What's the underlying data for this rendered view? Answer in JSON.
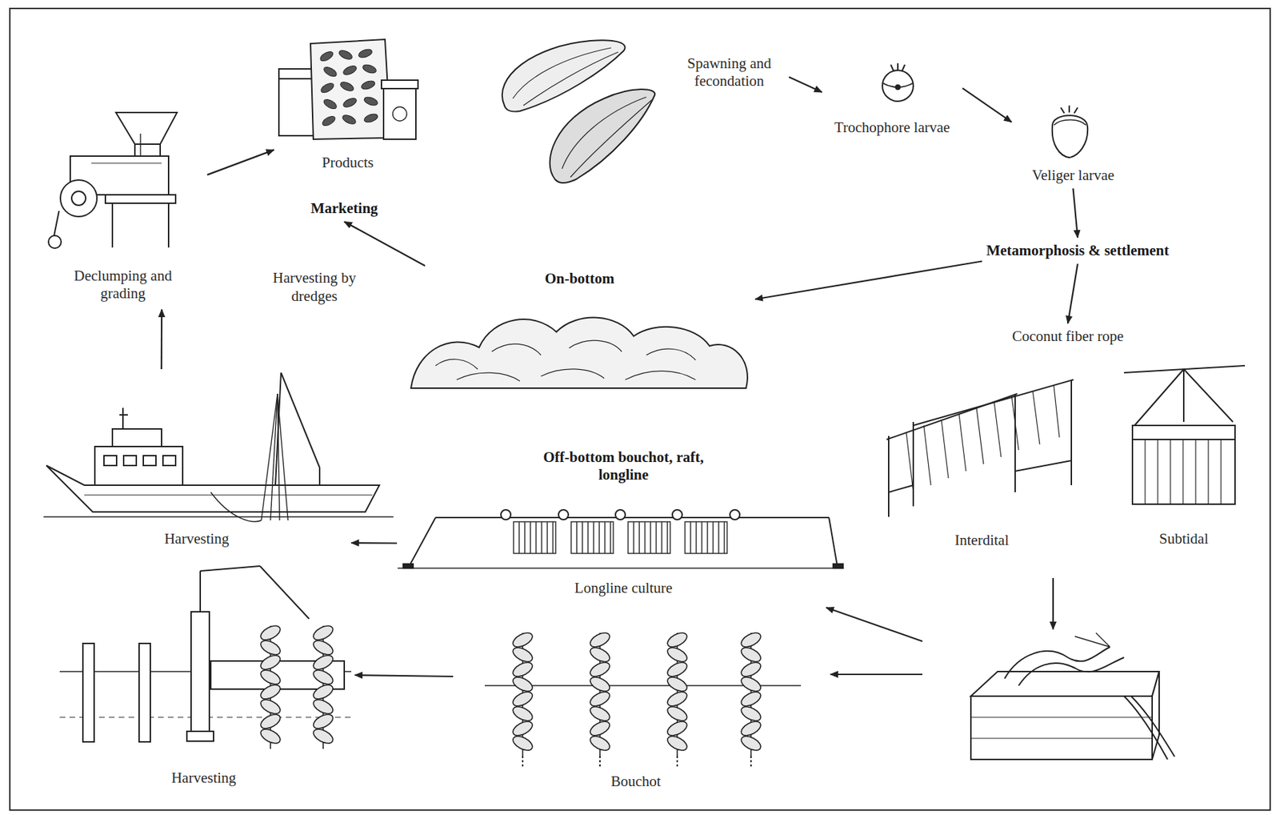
{
  "diagram": {
    "nodes": [
      {
        "text": [
          "Products"
        ]
      },
      {
        "text": [
          "Spawning and fecondation"
        ]
      },
      {
        "text": [
          "Trochophore larvae"
        ]
      },
      {
        "text": [
          "Veliger larvae"
        ]
      },
      {
        "text": [
          "Declumping and grading"
        ]
      },
      {
        "text": [
          "Marketing"
        ]
      },
      {
        "text": [
          "Metamorphosis & settlement"
        ]
      },
      {
        "text": [
          "On-bottom"
        ]
      },
      {
        "text": [
          "Coconut fiber rope"
        ]
      },
      {
        "text": [
          "Interdital"
        ]
      },
      {
        "text": [
          "Subtidal"
        ]
      },
      {
        "text": [
          "Harvesting"
        ]
      },
      {
        "text": [
          "Off-bottom bouchot, raft, longline",
          "Longline culture"
        ]
      },
      {
        "text": [
          "Harvesting"
        ]
      },
      {
        "text": [
          "Bouchot"
        ]
      }
    ],
    "edges": [
      {
        "from": 1,
        "to": 2,
        "arrow": "to"
      },
      {
        "from": 2,
        "to": 3,
        "arrow": "to"
      },
      {
        "from": 3,
        "to": 6,
        "arrow": "to"
      },
      {
        "from": 6,
        "to": 8,
        "arrow": "to"
      },
      {
        "from": 6,
        "to": 7,
        "arrow": "to"
      },
      {
        "from": 7,
        "to": 5,
        "label": "Harvesting by dredges",
        "arrow": "to"
      },
      {
        "from": 4,
        "to": 0,
        "arrow": "to"
      },
      {
        "from": 11,
        "to": 4,
        "arrow": "to"
      },
      {
        "from": 12,
        "to": 11,
        "arrow": "to"
      },
      {
        "from": 14,
        "to": 13,
        "arrow": "to"
      }
    ]
  }
}
